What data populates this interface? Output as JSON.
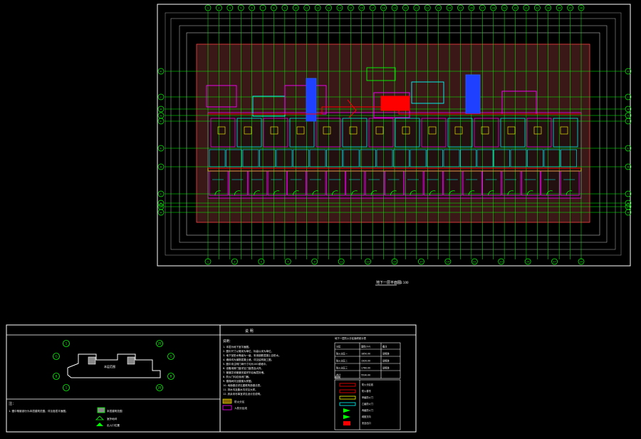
{
  "drawing": {
    "caption": "地下一层平面图",
    "caption_scale": "1:100"
  },
  "grid_axes": {
    "top": [
      "1",
      "2",
      "4",
      "5",
      "6",
      "7",
      "8",
      "9",
      "10",
      "11",
      "12",
      "13",
      "14",
      "15",
      "16",
      "17",
      "18",
      "19",
      "20",
      "21",
      "22",
      "23",
      "24",
      "25",
      "26",
      "27",
      "28",
      "29",
      "30",
      "31",
      "32",
      "33",
      "34",
      "35",
      "36"
    ],
    "bottom": [
      "1",
      "3",
      "5",
      "7",
      "9",
      "11",
      "13",
      "15",
      "17",
      "19",
      "21",
      "23",
      "25",
      "27",
      "29"
    ],
    "left": [
      "K",
      "J",
      "H",
      "G",
      "F",
      "E",
      "D",
      "C",
      "B",
      "1/A",
      "A"
    ],
    "right": [
      "K",
      "J",
      "H",
      "G",
      "F",
      "E",
      "D",
      "C",
      "B",
      "1/A",
      "A"
    ]
  },
  "key_plan": {
    "block_label": "本层范围",
    "axis_labels": [
      "1",
      "29",
      "G",
      "G",
      "B",
      "B",
      "1",
      "29"
    ],
    "note_title": "注：",
    "note_text": "1. 图中阴影部分为本层建筑范围，详见各层平面图。",
    "legend": [
      "本层建筑范围",
      "室外地坪",
      "出入口位置"
    ]
  },
  "notes": {
    "header": "说 明",
    "title": "说明：",
    "lines": [
      "1. 本层为地下室平面图。",
      "2. 图中尺寸以毫米为单位，标高以米为单位。",
      "3. 地下室防水等级为一级，采用钢筋混凝土自防水。",
      "4. 墙体均为钢筋混凝土墙，详见结构施工图。",
      "5. 图中未注明门垛尺寸均为100或墙中。",
      "6. 设备用房门窗详见门窗表及大样。",
      "7. 管道井待管道安装完毕后每层封堵。",
      "8. 防火门均应设闭门器。",
      "9. 楼梯间详见楼梯大样图。",
      "10. 地面做法详见建筑构造做法表。",
      "11. 排水沟及集水坑详见大样。",
      "12. 其余未尽事宜详见设计总说明。"
    ],
    "swatch_labels": [
      "防火分区",
      "人防分区线"
    ]
  },
  "area_table": {
    "title": "地下一层防火分区面积统计表",
    "columns": [
      "分区",
      "面积(m²)",
      "备注"
    ],
    "rows": [
      [
        "防火分区一",
        "1850.00",
        "设喷淋"
      ],
      [
        "防火分区二",
        "1920.00",
        "设喷淋"
      ],
      [
        "防火分区三",
        "1760.00",
        "设喷淋"
      ],
      [
        "合计",
        "5530.00",
        ""
      ]
    ]
  },
  "legend_table": {
    "title": "图例",
    "items": [
      "防火分区线",
      "防火卷帘",
      "甲级防火门",
      "乙级防火门",
      "丙级防火门",
      "疏散方向",
      "安全出口"
    ]
  },
  "colors": {
    "axis": "#00ff00",
    "wall": "#ff00ff",
    "room": "#00ffff",
    "red": "#ff0000",
    "yellow": "#ffff00",
    "blue": "#2060ff",
    "frame": "#ffffff"
  }
}
